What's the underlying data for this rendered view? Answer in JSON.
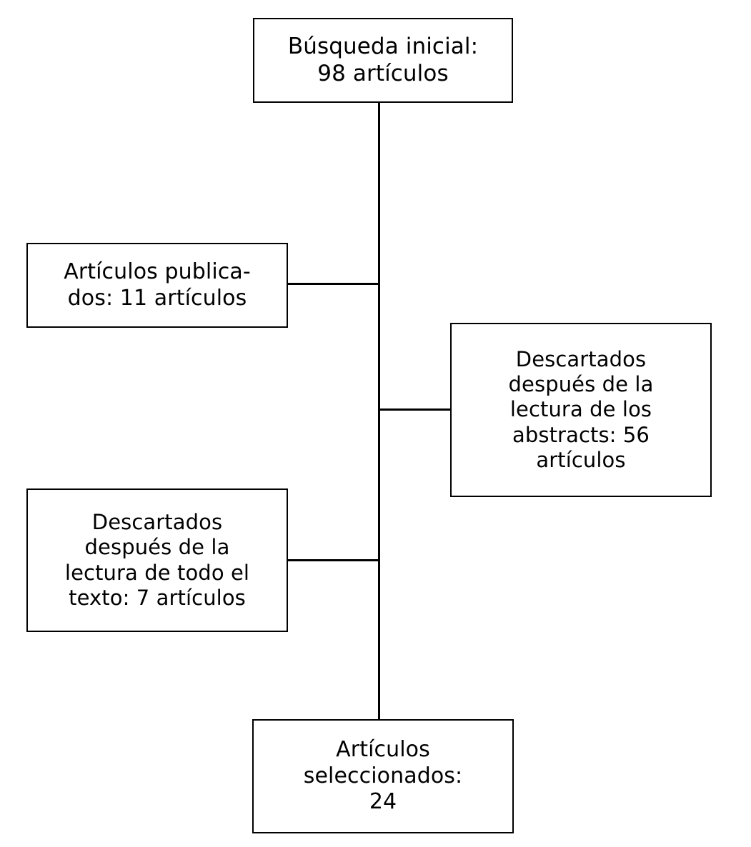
{
  "diagram": {
    "type": "prisma-flow-chart",
    "language": "es",
    "background_color": "#ffffff",
    "line_color": "#000000",
    "box_border_color": "#000000",
    "box_fill_color": "#ffffff",
    "nodes": [
      {
        "id": "initial-search",
        "role": "root",
        "text": "Búsqueda inicial:\n98 artículos",
        "label": "Búsqueda inicial",
        "count": 98,
        "unit": "artículos",
        "position": "top-center"
      },
      {
        "id": "published-articles",
        "role": "branch",
        "text": "Artículos publica-\ndos: 11 artículos",
        "label": "Artículos publicados",
        "count": 11,
        "unit": "artículos",
        "position": "left-upper"
      },
      {
        "id": "discarded-abstracts",
        "role": "branch",
        "text": "Descartados\ndespués de la\nlectura de los\nabstracts: 56\nartículos",
        "label": "Descartados después de la lectura de los abstracts",
        "count": 56,
        "unit": "artículos",
        "position": "right-middle"
      },
      {
        "id": "discarded-fulltext",
        "role": "branch",
        "text": "Descartados\ndespués de la\nlectura de todo el\ntexto: 7 artículos",
        "label": "Descartados después de la lectura de todo el texto",
        "count": 7,
        "unit": "artículos",
        "position": "left-lower"
      },
      {
        "id": "selected-articles",
        "role": "terminal",
        "text": "Artículos\nseleccionados:\n24",
        "label": "Artículos seleccionados",
        "count": 24,
        "unit": "",
        "position": "bottom-center"
      }
    ],
    "connectors": [
      {
        "id": "trunk",
        "orientation": "vertical",
        "from": "initial-search",
        "to": "selected-articles"
      },
      {
        "id": "branch-published",
        "orientation": "horizontal",
        "from": "trunk",
        "to": "published-articles"
      },
      {
        "id": "branch-abstracts",
        "orientation": "horizontal",
        "from": "trunk",
        "to": "discarded-abstracts"
      },
      {
        "id": "branch-fulltext",
        "orientation": "horizontal",
        "from": "trunk",
        "to": "discarded-fulltext"
      }
    ]
  }
}
